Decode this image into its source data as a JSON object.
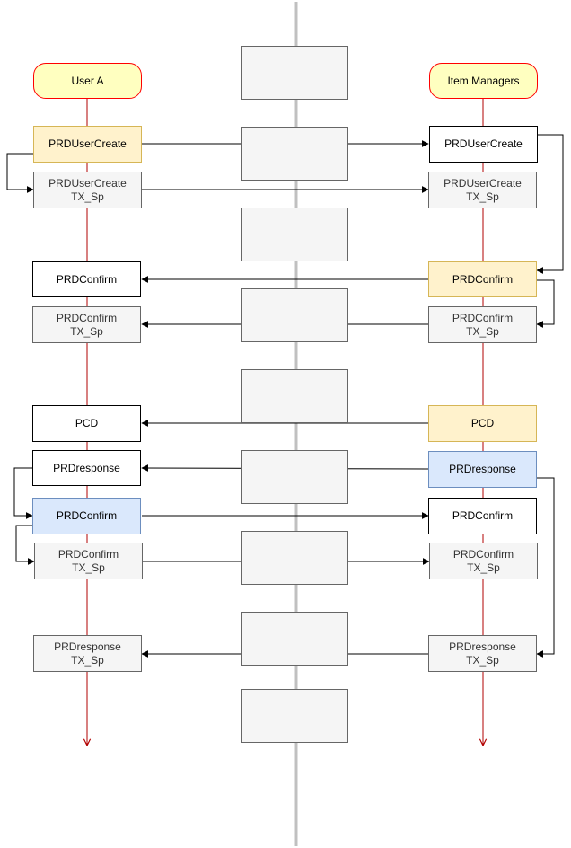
{
  "lifelines": {
    "left": {
      "label": "User A"
    },
    "right": {
      "label": "Item Managers"
    }
  },
  "messages": [
    {
      "id": "m1",
      "left": [
        "PRDUserCreate"
      ],
      "right": [
        "PRDUserCreate"
      ],
      "direction": "left-to-right"
    },
    {
      "id": "m2",
      "left": [
        "PRDUserCreate",
        "TX_Sp"
      ],
      "right": [
        "PRDUserCreate",
        "TX_Sp"
      ],
      "direction": "left-to-right"
    },
    {
      "id": "m3",
      "left": [
        "PRDConfirm"
      ],
      "right": [
        "PRDConfirm"
      ],
      "direction": "right-to-left"
    },
    {
      "id": "m4",
      "left": [
        "PRDConfirm",
        "TX_Sp"
      ],
      "right": [
        "PRDConfirm",
        "TX_Sp"
      ],
      "direction": "right-to-left"
    },
    {
      "id": "m5",
      "left": [
        "PCD"
      ],
      "right": [
        "PCD"
      ],
      "direction": "right-to-left"
    },
    {
      "id": "m6",
      "left": [
        "PRDresponse"
      ],
      "right": [
        "PRDresponse"
      ],
      "direction": "right-to-left"
    },
    {
      "id": "m7",
      "left": [
        "PRDConfirm"
      ],
      "right": [
        "PRDConfirm"
      ],
      "direction": "left-to-right"
    },
    {
      "id": "m8",
      "left": [
        "PRDConfirm",
        "TX_Sp"
      ],
      "right": [
        "PRDConfirm",
        "TX_Sp"
      ],
      "direction": "left-to-right"
    },
    {
      "id": "m9",
      "left": [
        "PRDresponse",
        "TX_Sp"
      ],
      "right": [
        "PRDresponse",
        "TX_Sp"
      ],
      "direction": "right-to-left"
    }
  ],
  "colors": {
    "lifeline": "#b20000",
    "actor_fill": "#ffffc0",
    "actor_stroke": "#ff0000",
    "yellow_fill": "#fff2cc",
    "blue_fill": "#dae8fc",
    "grey_fill": "#f5f5f5",
    "center_line": "#c0c0c0"
  }
}
